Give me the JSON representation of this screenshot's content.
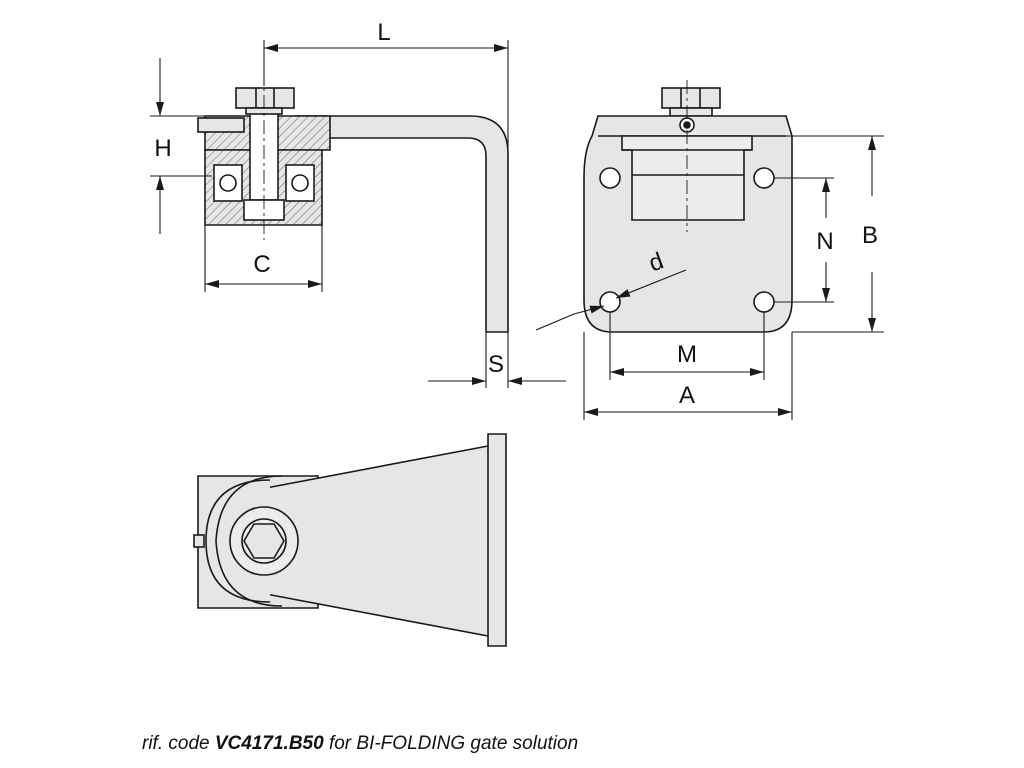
{
  "dimensions": {
    "L": "L",
    "H": "H",
    "C": "C",
    "S": "S",
    "B": "B",
    "N": "N",
    "d": "d",
    "M": "M",
    "A": "A"
  },
  "caption": {
    "prefix": "rif. code ",
    "code": "VC4171.B50",
    "suffix": " for BI-FOLDING gate solution"
  },
  "colors": {
    "line": "#1a1a1a",
    "fill": "#e6e6e6",
    "hatch": "#555555"
  }
}
